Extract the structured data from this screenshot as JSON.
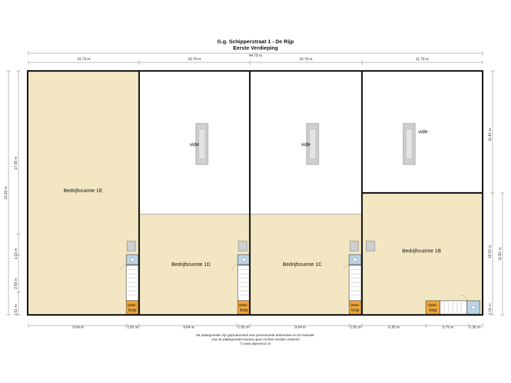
{
  "title": "G.g. Schipperstraat 1 - De Rijp",
  "subtitle": "Eerste Verdieping",
  "dimensions": {
    "total_width": "44.79 m",
    "top_segments": [
      "10.79 m",
      "10.79 m",
      "10.79 m",
      "11.79 m"
    ],
    "left_total": "23.83 m",
    "left_upper": "17.90 m",
    "left_mid": "1.63 m",
    "left_low": "2.59 m",
    "left_bottom": "1.51 m",
    "right_upper": "11.81 m",
    "right_mid": "10.52 m",
    "right_total": "11.81 m",
    "right_bottom": "1.19 m",
    "bottom_segments": [
      "9.64 m",
      "1.05 m",
      "9.64 m",
      "1.05 m",
      "9.64 m",
      "1.05 m",
      "6.30 m",
      "3.79 m",
      "1.30 m"
    ]
  },
  "rooms": {
    "r1e": "Bedrijfsruimte 1E",
    "r1d": "Bedrijfsruimte 1D",
    "r1c": "Bedrijfsruimte 1C",
    "r1b": "Bedrijfsruimte 1B",
    "vide": "vide"
  },
  "landing": {
    "line1": "over-",
    "line2": "loop"
  },
  "footer": [
    "De plattegronden zijn geproduceerd voor promotionele doeleinden en ter indicatie.",
    "Aan de plattegronden kunnen geen rechten worden ontleend",
    "© www.objectenco.nl"
  ],
  "colors": {
    "room_fill": "#f3e7c3",
    "wall": "#111111",
    "landing": "#f1a83a",
    "wc": "#b9d3e6"
  }
}
